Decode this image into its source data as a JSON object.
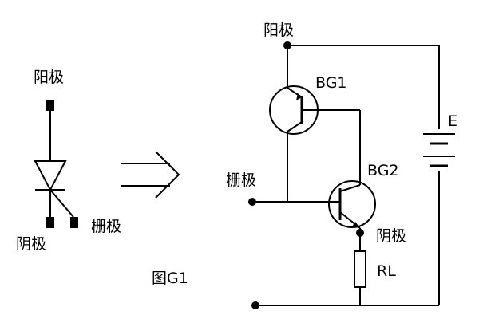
{
  "labels": {
    "anode_left": "阳极",
    "cathode_left": "阴极",
    "gate_left": "栅极",
    "figure_caption": "图G1",
    "anode_right": "阳极",
    "gate_right": "栅极",
    "cathode_right": "阴极",
    "bg1": "BG1",
    "bg2": "BG2",
    "battery": "E",
    "resistor": "RL"
  }
}
